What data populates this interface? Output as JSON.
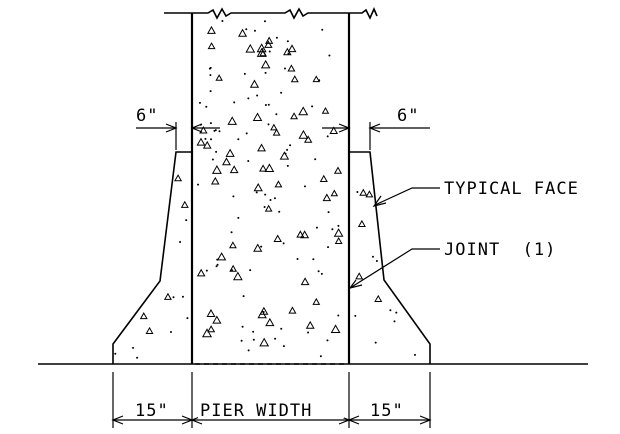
{
  "labels": {
    "left_offset": "6\"",
    "right_offset": "6\"",
    "typical_face": "TYPICAL FACE",
    "joint": "JOINT  (1)",
    "left_width": "15\"",
    "pier_width": "PIER WIDTH",
    "right_width": "15\""
  }
}
